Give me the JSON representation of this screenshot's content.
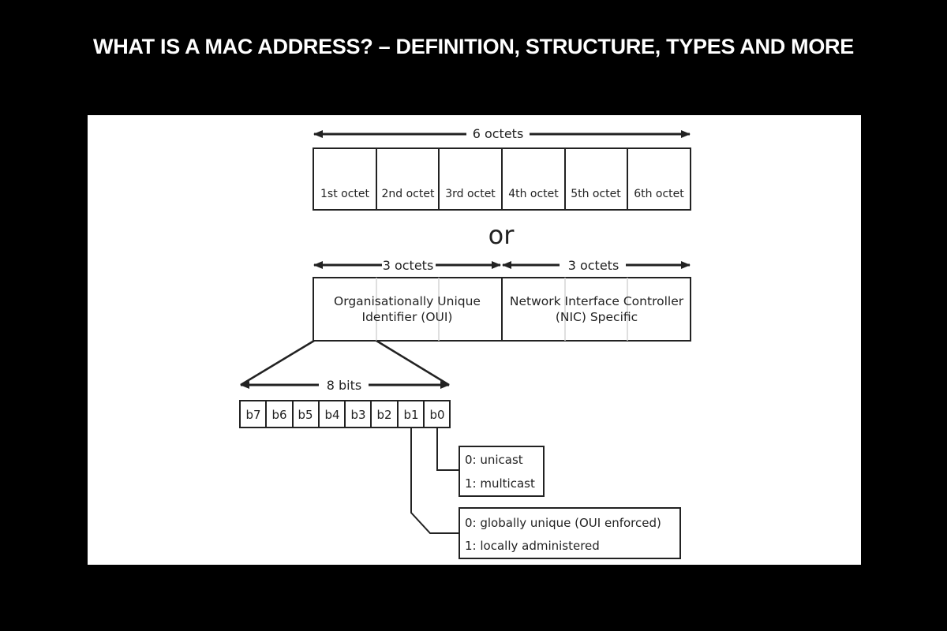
{
  "header": {
    "title": "WHAT IS A MAC ADDRESS? – DEFINITION, STRUCTURE, TYPES AND MORE"
  },
  "diagram": {
    "top_span_label": "6 octets",
    "octets": [
      "1st octet",
      "2nd octet",
      "3rd octet",
      "4th octet",
      "5th octet",
      "6th octet"
    ],
    "separator": "or",
    "half_span_labels": [
      "3 octets",
      "3 octets"
    ],
    "oui_label": [
      "Organisationally Unique",
      "Identifier (OUI)"
    ],
    "nic_label": [
      "Network Interface Controller",
      "(NIC) Specific"
    ],
    "bits_span_label": "8 bits",
    "bits": [
      "b7",
      "b6",
      "b5",
      "b4",
      "b3",
      "b2",
      "b1",
      "b0"
    ],
    "b0_meaning": [
      "0: unicast",
      "1: multicast"
    ],
    "b1_meaning": [
      "0: globally unique (OUI enforced)",
      "1: locally administered"
    ]
  },
  "colors": {
    "background": "#000000",
    "panel": "#ffffff",
    "stroke": "#222222"
  }
}
